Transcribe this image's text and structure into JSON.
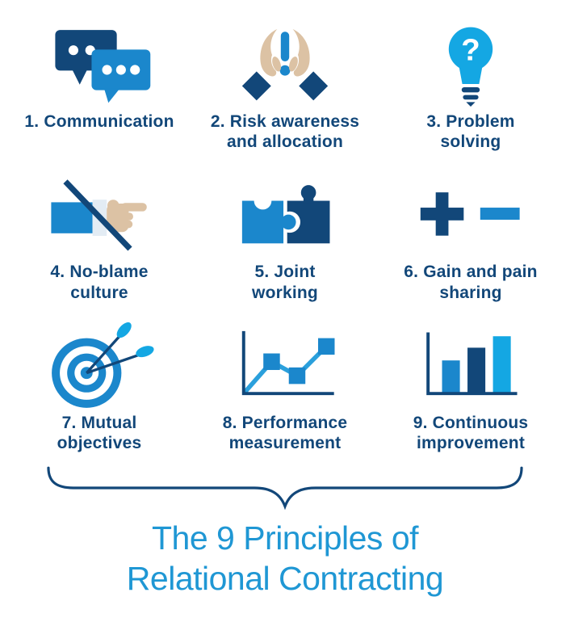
{
  "colors": {
    "navy": "#124779",
    "blue": "#1b87cc",
    "bright": "#14a7e3",
    "line_blue": "#2ba0dc",
    "tan": "#dcc2a4",
    "cuff": "#e3ecf4",
    "title_blue": "#1f97d4"
  },
  "icons": {
    "question_mark": "?"
  },
  "principles": [
    {
      "icon": "speech-bubbles-icon",
      "lines": [
        "1. Communication"
      ]
    },
    {
      "icon": "hands-exclamation-icon",
      "lines": [
        "2. Risk awareness",
        "and allocation"
      ]
    },
    {
      "icon": "lightbulb-question-icon",
      "lines": [
        "3. Problem",
        "solving"
      ]
    },
    {
      "icon": "no-pointing-hand-icon",
      "lines": [
        "4. No-blame",
        "culture"
      ]
    },
    {
      "icon": "puzzle-pieces-icon",
      "lines": [
        "5. Joint",
        "working"
      ]
    },
    {
      "icon": "plus-minus-icon",
      "lines": [
        "6. Gain and pain",
        "sharing"
      ]
    },
    {
      "icon": "target-darts-icon",
      "lines": [
        "7. Mutual",
        "objectives"
      ]
    },
    {
      "icon": "line-chart-icon",
      "lines": [
        "8. Performance",
        "measurement"
      ]
    },
    {
      "icon": "bar-chart-icon",
      "lines": [
        "9. Continuous",
        "improvement"
      ]
    }
  ],
  "title": {
    "lines": [
      "The 9 Principles of",
      "Relational Contracting"
    ]
  }
}
